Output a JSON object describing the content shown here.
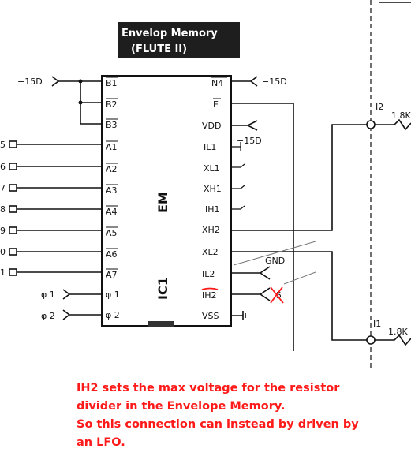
{
  "title": {
    "line1": "Envelop Memory",
    "line2": "(FLUTE II)"
  },
  "chip": {
    "name": "EM",
    "ic": "IC1"
  },
  "left_pins": [
    "B1",
    "B2",
    "B3",
    "A1",
    "A2",
    "A3",
    "A4",
    "A5",
    "A6",
    "A7",
    "φ 1",
    "φ 2"
  ],
  "right_pins": [
    "N4",
    "E",
    "VDD",
    "IL1",
    "XL1",
    "XH1",
    "IH1",
    "XH2",
    "XL2",
    "IL2",
    "IH2",
    "VSS"
  ],
  "external_left": {
    "neg15d": "−15D",
    "phi1": "φ 1",
    "phi2": "φ 2",
    "partial": [
      "5",
      "6",
      "7",
      "8",
      "9",
      "0",
      "1"
    ]
  },
  "external_right": {
    "neg15d_top": "−15D",
    "neg15d_vdd": "−15D",
    "gnd": "GND",
    "ih2_pin": "5",
    "i2": "I2",
    "i1": "I1",
    "r2": "1.8K",
    "r1": "1.8K"
  },
  "note": {
    "lines": [
      "IH2 sets the max voltage for the resistor",
      "divider in the Envelope Memory.",
      "So this connection can instead by driven by",
      "an LFO."
    ],
    "color": "#ff1a1a"
  }
}
